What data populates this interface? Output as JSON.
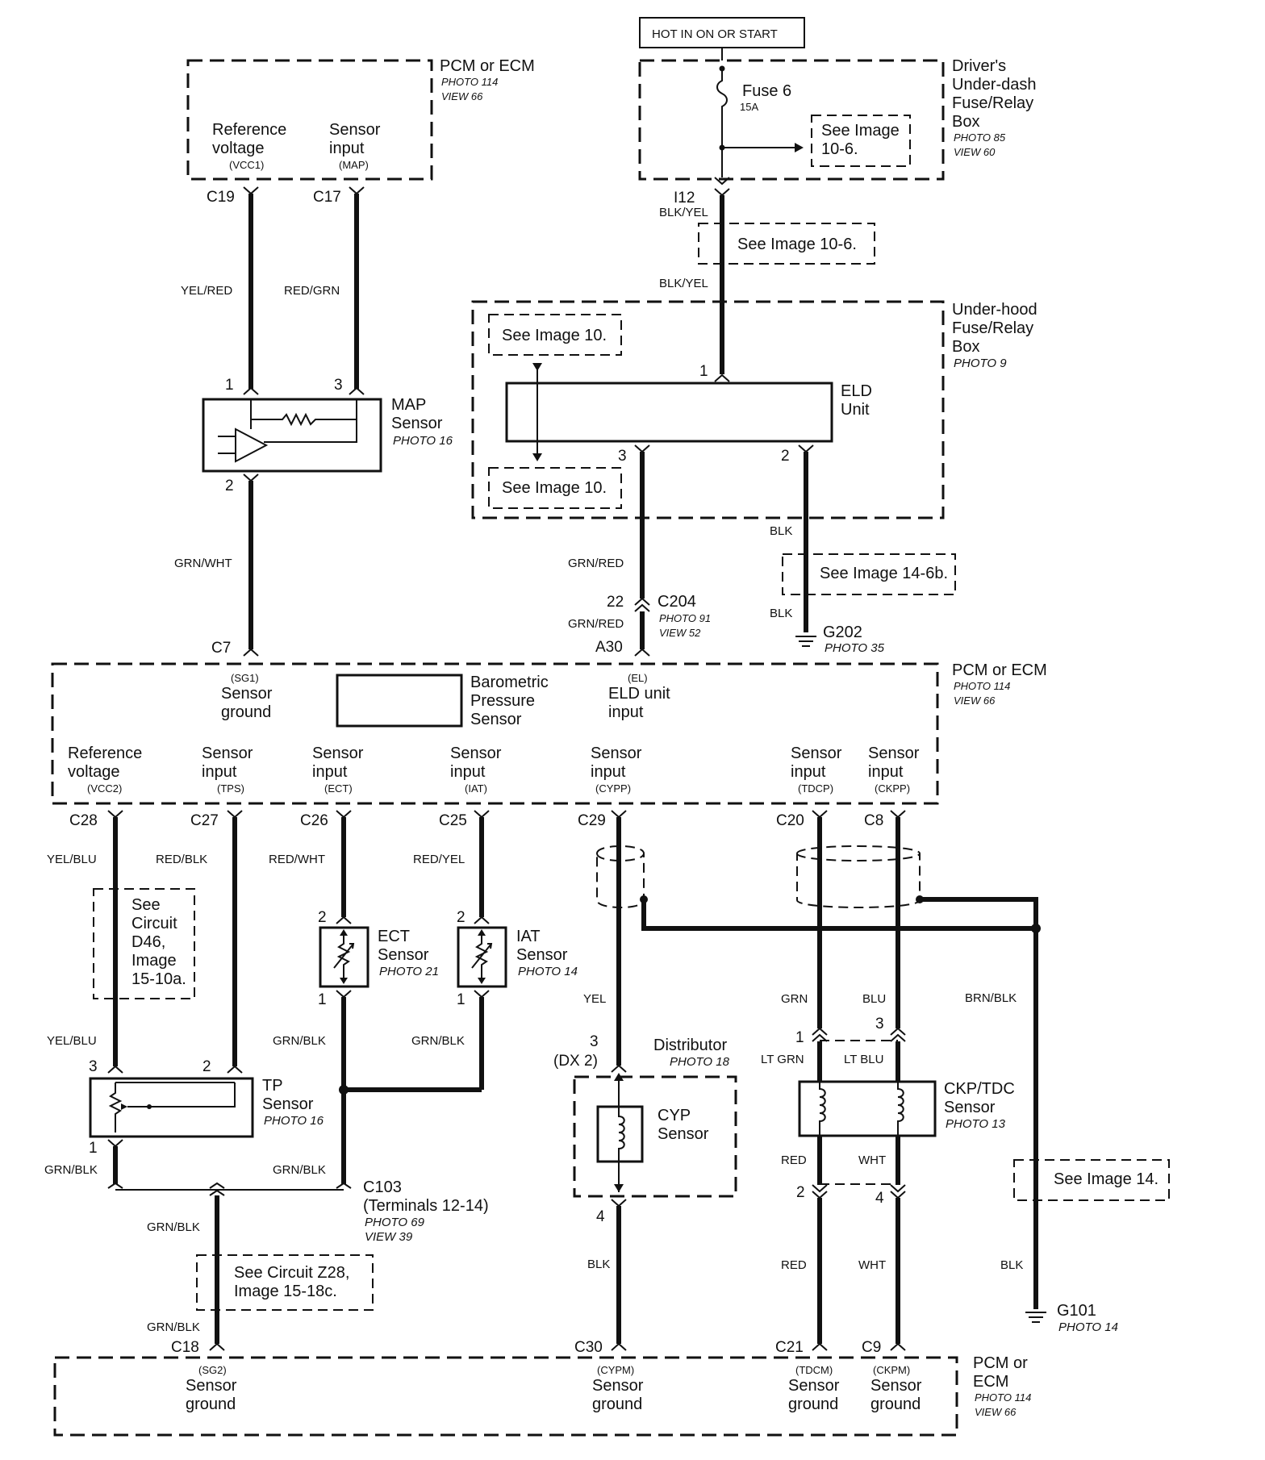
{
  "hot_label": "HOT IN ON OR START",
  "pcm_top": {
    "name": "PCM or ECM",
    "photo": "PHOTO 114",
    "view": "VIEW 66",
    "ref_line1": "Reference",
    "ref_line2": "voltage",
    "ref_code": "(VCC1)",
    "sensor_line1": "Sensor",
    "sensor_line2": "input",
    "sensor_code": "(MAP)"
  },
  "fuse_box": {
    "line1": "Driver's",
    "line2": "Under-dash",
    "line3": "Fuse/Relay",
    "line4": "Box",
    "photo": "PHOTO 85",
    "view": "VIEW 60",
    "fuse_name": "Fuse 6",
    "fuse_rating": "15A",
    "see1": "See Image",
    "see2": "10-6."
  },
  "connectors": {
    "c19": "C19",
    "c17": "C17",
    "i12": "I12",
    "c7": "C7",
    "c204": "C204",
    "c204_photo": "PHOTO 91",
    "c204_view": "VIEW 52",
    "a30": "A30",
    "pin22": "22",
    "g202": "G202",
    "g202_photo": "PHOTO 35",
    "c28": "C28",
    "c27": "C27",
    "c26": "C26",
    "c25": "C25",
    "c29": "C29",
    "c20": "C20",
    "c8": "C8",
    "c103": "C103",
    "c103_terms": "(Terminals 12-14)",
    "c103_photo": "PHOTO 69",
    "c103_view": "VIEW 39",
    "c18": "C18",
    "c30": "C30",
    "c21": "C21",
    "c9": "C9",
    "g101": "G101",
    "g101_photo": "PHOTO 14"
  },
  "wires": {
    "yel_red": "YEL/RED",
    "red_grn": "RED/GRN",
    "blk_yel": "BLK/YEL",
    "grn_wht": "GRN/WHT",
    "grn_red": "GRN/RED",
    "blk": "BLK",
    "yel_blu": "YEL/BLU",
    "red_blk": "RED/BLK",
    "red_wht": "RED/WHT",
    "red_yel": "RED/YEL",
    "grn_blk": "GRN/BLK",
    "yel": "YEL",
    "grn": "GRN",
    "blu": "BLU",
    "brn_blk": "BRN/BLK",
    "lt_grn": "LT GRN",
    "lt_blu": "LT BLU",
    "red": "RED",
    "wht": "WHT"
  },
  "see_refs": {
    "img106": "See Image 10-6.",
    "img10a": "See Image 10.",
    "img10b": "See Image 10.",
    "img146b": "See Image 14-6b.",
    "d46_1": "See",
    "d46_2": "Circuit",
    "d46_3": "D46,",
    "d46_4": "Image",
    "d46_5": "15-10a.",
    "z28_1": "See Circuit Z28,",
    "z28_2": "Image 15-18c.",
    "img14": "See Image 14."
  },
  "underhood": {
    "line1": "Under-hood",
    "line2": "Fuse/Relay",
    "line3": "Box",
    "photo": "PHOTO 9",
    "eld1": "ELD",
    "eld2": "Unit"
  },
  "map_sensor": {
    "line1": "MAP",
    "line2": "Sensor",
    "photo": "PHOTO 16"
  },
  "pins": {
    "p1": "1",
    "p2": "2",
    "p3": "3",
    "p4": "4",
    "dx2": "(DX 2)"
  },
  "pcm_mid": {
    "name": "PCM or ECM",
    "photo": "PHOTO 114",
    "view": "VIEW 66",
    "sg1_code": "(SG1)",
    "sg1_l1": "Sensor",
    "sg1_l2": "ground",
    "baro1": "Barometric",
    "baro2": "Pressure",
    "baro3": "Sensor",
    "el_code": "(EL)",
    "el_l1": "ELD unit",
    "el_l2": "input",
    "vcc2_l1": "Reference",
    "vcc2_l2": "voltage",
    "vcc2_code": "(VCC2)",
    "tps_l1": "Sensor",
    "tps_l2": "input",
    "tps_code": "(TPS)",
    "ect_l1": "Sensor",
    "ect_l2": "input",
    "ect_code": "(ECT)",
    "iat_l1": "Sensor",
    "iat_l2": "input",
    "iat_code": "(IAT)",
    "cypp_l1": "Sensor",
    "cypp_l2": "input",
    "cypp_code": "(CYPP)",
    "tdcp_l1": "Sensor",
    "tdcp_l2": "input",
    "tdcp_code": "(TDCP)",
    "ckpp_l1": "Sensor",
    "ckpp_l2": "input",
    "ckpp_code": "(CKPP)"
  },
  "ect": {
    "line1": "ECT",
    "line2": "Sensor",
    "photo": "PHOTO 21"
  },
  "iat": {
    "line1": "IAT",
    "line2": "Sensor",
    "photo": "PHOTO 14"
  },
  "tp": {
    "line1": "TP",
    "line2": "Sensor",
    "photo": "PHOTO 16"
  },
  "distributor": {
    "name": "Distributor",
    "photo": "PHOTO 18",
    "cyp1": "CYP",
    "cyp2": "Sensor"
  },
  "ckp": {
    "line1": "CKP/TDC",
    "line2": "Sensor",
    "photo": "PHOTO 13"
  },
  "pcm_bot": {
    "name1": "PCM or",
    "name2": "ECM",
    "photo": "PHOTO 114",
    "view": "VIEW 66",
    "sg2_code": "(SG2)",
    "sg2_l1": "Sensor",
    "sg2_l2": "ground",
    "cypm_code": "(CYPM)",
    "cypm_l1": "Sensor",
    "cypm_l2": "ground",
    "tdcm_code": "(TDCM)",
    "tdcm_l1": "Sensor",
    "tdcm_l2": "ground",
    "ckpm_code": "(CKPM)",
    "ckpm_l1": "Sensor",
    "ckpm_l2": "ground"
  }
}
